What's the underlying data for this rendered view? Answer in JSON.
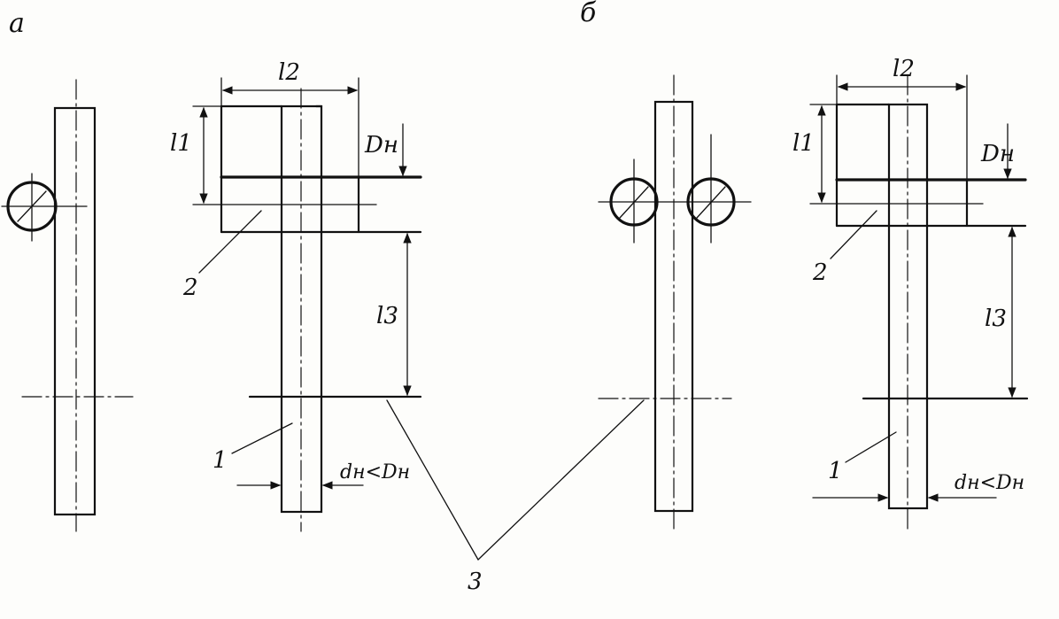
{
  "labels": {
    "panel_a": "а",
    "panel_b": "б",
    "l1_a": "l1",
    "l2_a": "l2",
    "l3_a": "l3",
    "Dn_a": "Dн",
    "num2_a": "2",
    "num1_a": "1",
    "dn_cmp_a": "dн<Dн",
    "l1_b": "l1",
    "l2_b": "l2",
    "l3_b": "l3",
    "Dn_b": "Dн",
    "num2_b": "2",
    "num1_b": "1",
    "dn_cmp_b": "dн<Dн",
    "num3": "3"
  }
}
